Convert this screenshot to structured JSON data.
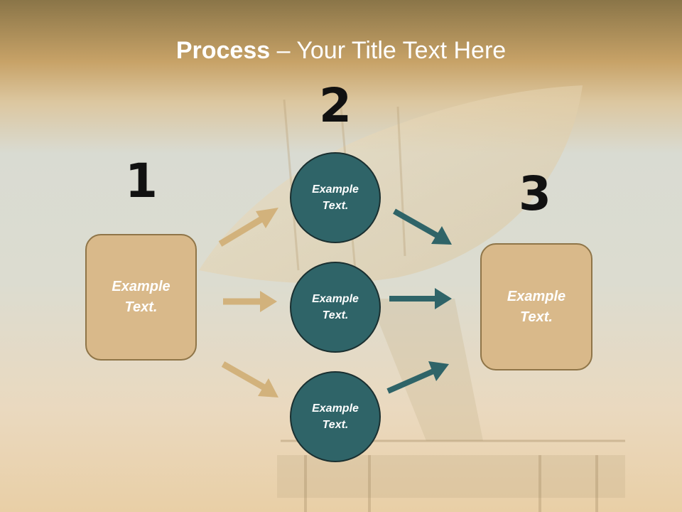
{
  "slide": {
    "title_bold": "Process",
    "title_rest": " – Your Title Text Here"
  },
  "steps": [
    {
      "number": "1",
      "text": "Example Text."
    },
    {
      "number": "2",
      "text": "Example Text."
    },
    {
      "number": "3",
      "text": "Example Text."
    }
  ],
  "circles": [
    "Example Text.",
    "Example Text.",
    "Example Text."
  ],
  "colors": {
    "tan": "#d9b98a",
    "teal": "#2f6468",
    "arrow_tan": "#d2b27c",
    "arrow_teal": "#2f6468"
  }
}
